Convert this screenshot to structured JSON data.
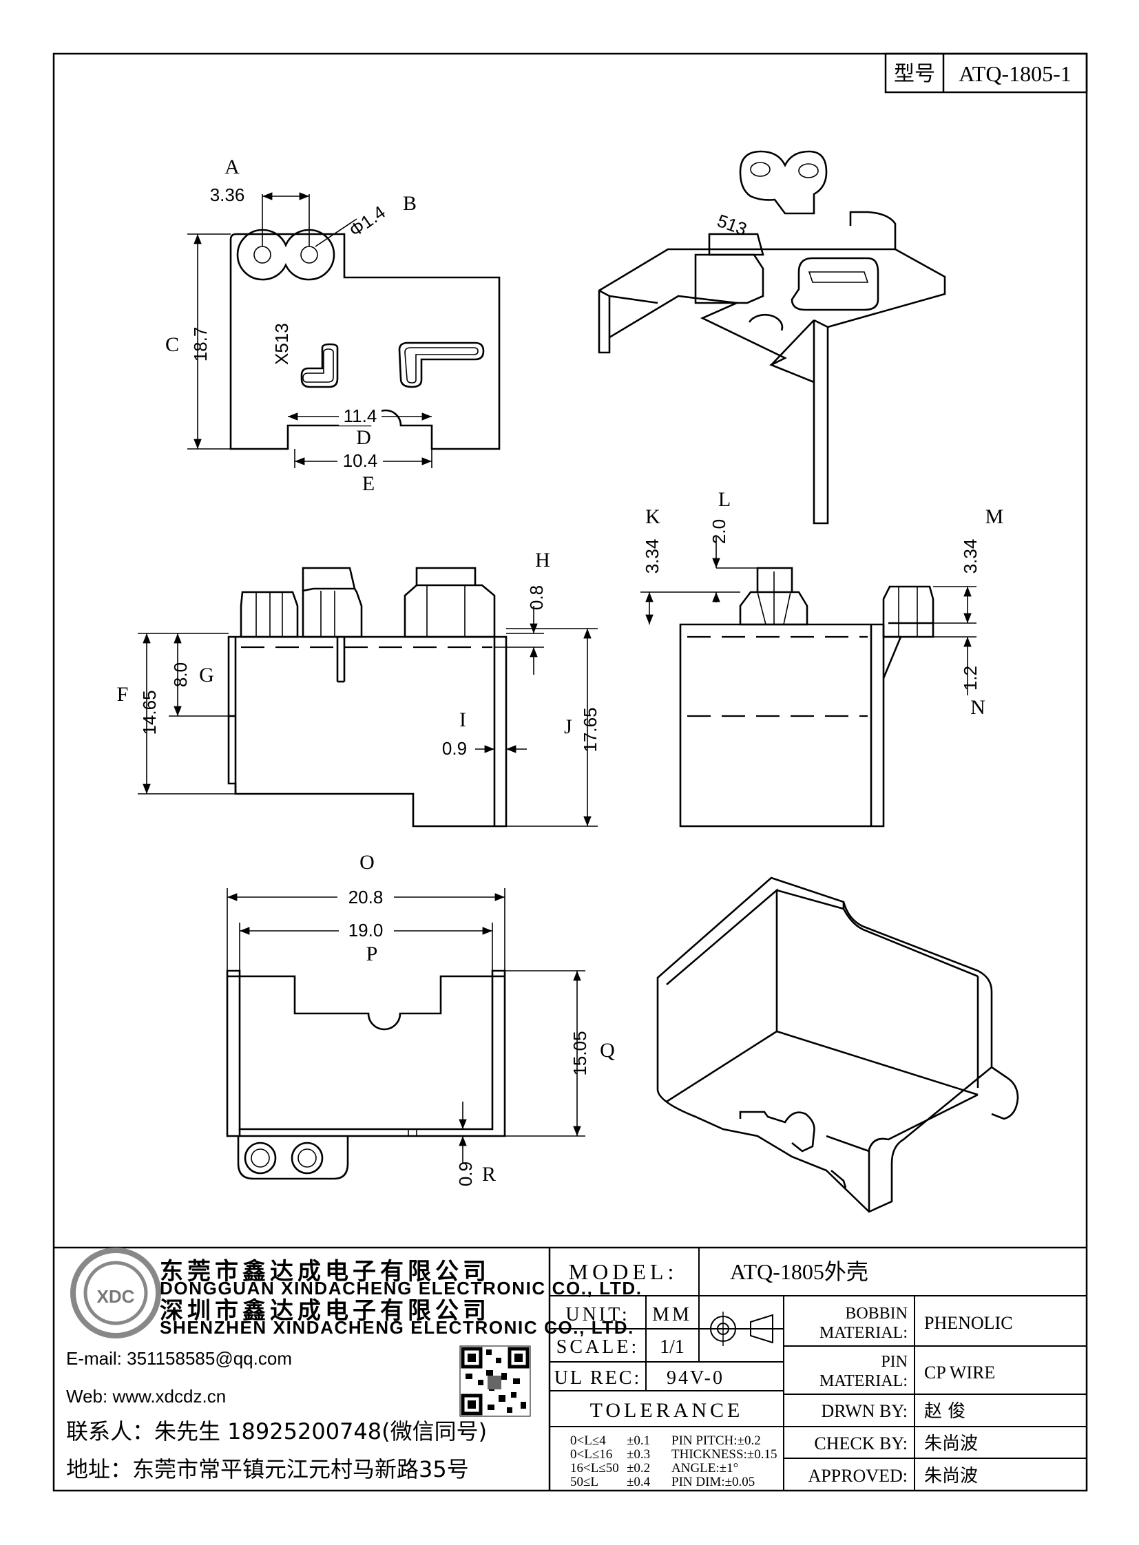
{
  "header": {
    "type_label": "型号",
    "part_number": "ATQ-1805-1"
  },
  "views": {
    "top": {
      "A": "A",
      "B": "B",
      "C": "C",
      "D": "D",
      "E": "E",
      "dim_a": "3.36",
      "dim_b": "Φ1.4",
      "dim_c": "18.7",
      "dim_d": "11.4",
      "dim_e": "10.4",
      "mark": "X513"
    },
    "front": {
      "F": "F",
      "G": "G",
      "H": "H",
      "I": "I",
      "J": "J",
      "dim_f": "14.65",
      "dim_g": "8.0",
      "dim_h": "0.8",
      "dim_i": "0.9",
      "dim_j": "17.65"
    },
    "side": {
      "K": "K",
      "L": "L",
      "M": "M",
      "N": "N",
      "dim_k": "3.34",
      "dim_l": "2.0",
      "dim_m": "3.34",
      "dim_n": "1.2"
    },
    "bottom": {
      "O": "O",
      "P": "P",
      "Q": "Q",
      "R": "R",
      "dim_o": "20.8",
      "dim_p": "19.0",
      "dim_q": "15.05",
      "dim_r": "0.9"
    },
    "iso": {
      "mark": "513"
    }
  },
  "company": {
    "name_dg": "东莞市鑫达成电子有限公司",
    "name_dg_en": "DONGGUAN XINDACHENG ELECTRONIC CO., LTD.",
    "name_sz": "深圳市鑫达成电子有限公司",
    "name_sz_en": "SHENZHEN XINDACHENG ELECTRONIC CO., LTD.",
    "email": "E-mail: 351158585@qq.com",
    "web": "Web: www.xdcdz.cn",
    "contact": "联系人：朱先生 18925200748(微信同号)",
    "address": "地址：东莞市常平镇元江元村马新路35号",
    "logo_text": "XDC"
  },
  "titleblock": {
    "model_label": "MODEL:",
    "model_value": "ATQ-1805外壳",
    "unit_label": "UNIT:",
    "unit_value": "MM",
    "scale_label": "SCALE:",
    "scale_value": "1/1",
    "ul_label": "UL REC:",
    "ul_value": "94V-0",
    "tolerance_label": "TOLERANCE",
    "tol": [
      {
        "range": "0<L≤4",
        "val": "±0.1",
        "extra": "PIN PITCH:±0.2"
      },
      {
        "range": "0<L≤16",
        "val": "±0.3",
        "extra": "THICKNESS:±0.15"
      },
      {
        "range": "16<L≤50",
        "val": "±0.2",
        "extra": "ANGLE:±1°"
      },
      {
        "range": "50≤L",
        "val": "±0.4",
        "extra": "PIN DIM:±0.05"
      }
    ],
    "bobbin_label1": "BOBBIN",
    "bobbin_label2": "MATERIAL:",
    "bobbin_value": "PHENOLIC",
    "pin_label1": "PIN",
    "pin_label2": "MATERIAL:",
    "pin_value": "CP WIRE",
    "drwn_label": "DRWN BY:",
    "drwn_value": "赵 俊",
    "check_label": "CHECK BY:",
    "check_value": "朱尚波",
    "approved_label": "APPROVED:",
    "approved_value": "朱尚波"
  }
}
